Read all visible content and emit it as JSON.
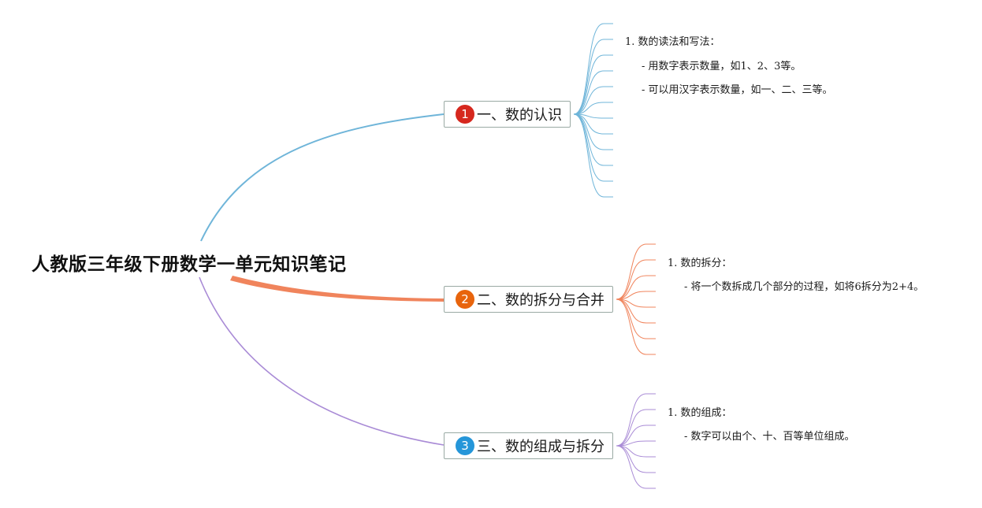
{
  "title": "人教版三年级下册数学一单元知识笔记",
  "colors": {
    "branch1": "#6fb5d9",
    "branch2": "#f0845c",
    "branch3": "#a98bd6",
    "badge1": "#d6281e",
    "badge2": "#e8640c",
    "badge3": "#2596d9",
    "node_border": "#9aaaa4"
  },
  "branches": [
    {
      "number": "1",
      "label": "一、数的认识",
      "notes": [
        "1. 数的读法和写法：",
        "- 用数字表示数量，如1、2、3等。",
        "- 可以用汉字表示数量，如一、二、三等。"
      ]
    },
    {
      "number": "2",
      "label": "二、数的拆分与合并",
      "notes": [
        "1. 数的拆分：",
        "- 将一个数拆成几个部分的过程，如将6拆分为2+4。"
      ]
    },
    {
      "number": "3",
      "label": "三、数的组成与拆分",
      "notes": [
        "1. 数的组成：",
        "- 数字可以由个、十、百等单位组成。"
      ]
    }
  ]
}
